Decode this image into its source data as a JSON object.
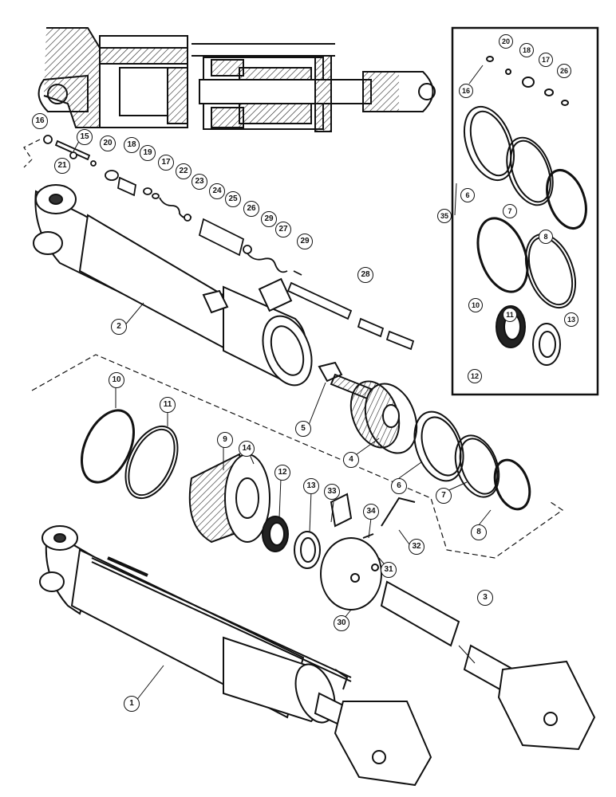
{
  "callouts": {
    "c1": "1",
    "c2": "2",
    "c3": "3",
    "c4": "4",
    "c5": "5",
    "c6a": "6",
    "c6b": "6",
    "c7a": "7",
    "c7b": "7",
    "c8a": "8",
    "c8b": "8",
    "c9": "9",
    "c10a": "10",
    "c10b": "10",
    "c11a": "11",
    "c11b": "11",
    "c12a": "12",
    "c12b": "12",
    "c13a": "13",
    "c13b": "13",
    "c14": "14",
    "c15": "15",
    "c16a": "16",
    "c16b": "16",
    "c17a": "17",
    "c17b": "17",
    "c18a": "18",
    "c18b": "18",
    "c19": "19",
    "c20a": "20",
    "c20b": "20",
    "c21": "21",
    "c22": "22",
    "c23": "23",
    "c24": "24",
    "c25": "25",
    "c26a": "26",
    "c26b": "26",
    "c27": "27",
    "c28": "28",
    "c29a": "29",
    "c29b": "29",
    "c30": "30",
    "c31": "31",
    "c32": "32",
    "c33": "33",
    "c34": "34",
    "c35": "35"
  }
}
